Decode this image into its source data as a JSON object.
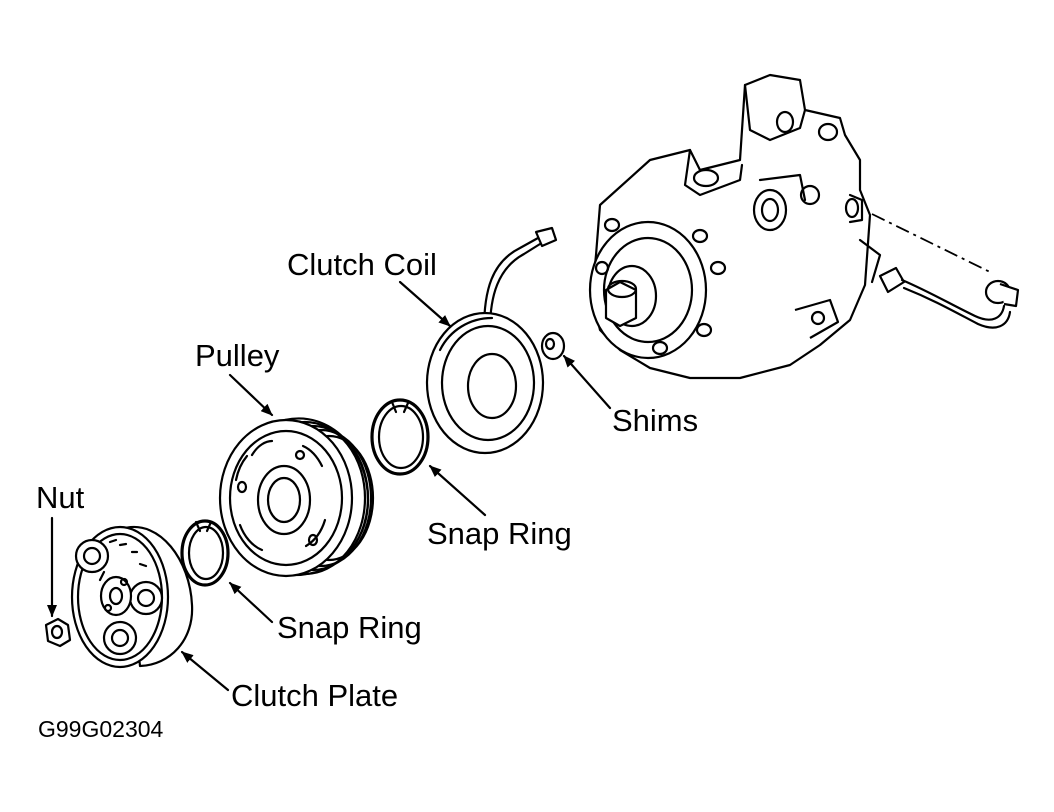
{
  "labels": {
    "clutch_coil": "Clutch Coil",
    "pulley": "Pulley",
    "shims": "Shims",
    "snap_ring_upper": "Snap Ring",
    "nut": "Nut",
    "snap_ring_lower": "Snap Ring",
    "clutch_plate": "Clutch Plate"
  },
  "figure_code": "G99G02304",
  "colors": {
    "ink": "#000000",
    "paper": "#ffffff"
  }
}
